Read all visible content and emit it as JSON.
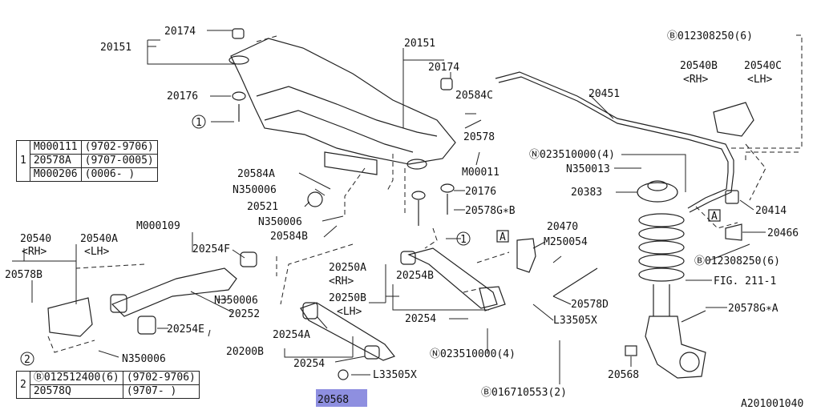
{
  "colors": {
    "ink": "#222222",
    "highlight": "#8e8fe0"
  },
  "labels": {
    "p20174a": "20174",
    "p20151a": "20151",
    "p20176a": "20176",
    "p20151b": "20151",
    "p20174b": "20174",
    "p20584C": "20584C",
    "p20578": "20578",
    "pM000011": "M00011",
    "p20176b": "20176",
    "p20578GB": "20578G∗B",
    "p20584A": "20584A",
    "pN350006a": "N350006",
    "p20521": "20521",
    "pN350006b": "N350006",
    "p20584B": "20584B",
    "p20451": "20451",
    "pB012308250a": "Ⓑ012308250(6)",
    "p20540B": "20540B",
    "p20540C": "20540C",
    "pRH1": "<RH>",
    "pLH1": "<LH>",
    "pN023510000a": "Ⓝ023510000(4)",
    "pN350013": "N350013",
    "p20383": "20383",
    "p20414": "20414",
    "p20466": "20466",
    "pB012308250b": "Ⓑ012308250(6)",
    "pFIG": "FIG. 211-1",
    "p20470": "20470",
    "pM250054": "M250054",
    "p20578D": "20578D",
    "pL33505Xa": "L33505X",
    "p20578GA": "20578G∗A",
    "pM000109": "M000109",
    "p20540": "20540",
    "p20540A": "20540A",
    "pRH2": "<RH>",
    "pLH2": "<LH>",
    "p20254F": "20254F",
    "p20578B": "20578B",
    "pN350006c": "N350006",
    "p20252": "20252",
    "p20254E": "20254E",
    "pN350006d": "N350006",
    "p20250A": "20250A",
    "pRH3": "<RH>",
    "p20250B": "20250B",
    "pLH3": "<LH>",
    "p20254Ba": "20254B",
    "p20254": "20254",
    "p20254A": "20254A",
    "p20200B": "20200B",
    "p20254b": "20254",
    "pL33505Xb": "L33505X",
    "pN023510000b": "Ⓝ023510000(4)",
    "pB016710553": "Ⓑ016710553(2)",
    "p20568a": "20568",
    "p20568b": "20568",
    "pA1": "A",
    "pA2": "A",
    "call1a": "1",
    "call1b": "1",
    "call2": "2",
    "footer": "A201001040"
  },
  "table1": {
    "ref": "1",
    "rows": [
      {
        "part": "M000111",
        "range": "(9702-9706)"
      },
      {
        "part": "20578A",
        "range": "(9707-0005)"
      },
      {
        "part": "M000206",
        "range": "(0006-    )"
      }
    ]
  },
  "table2": {
    "ref": "2",
    "rows": [
      {
        "part": "Ⓑ012512400(6)",
        "range": "(9702-9706)"
      },
      {
        "part": "20578Q",
        "range": "(9707-    )"
      }
    ]
  }
}
